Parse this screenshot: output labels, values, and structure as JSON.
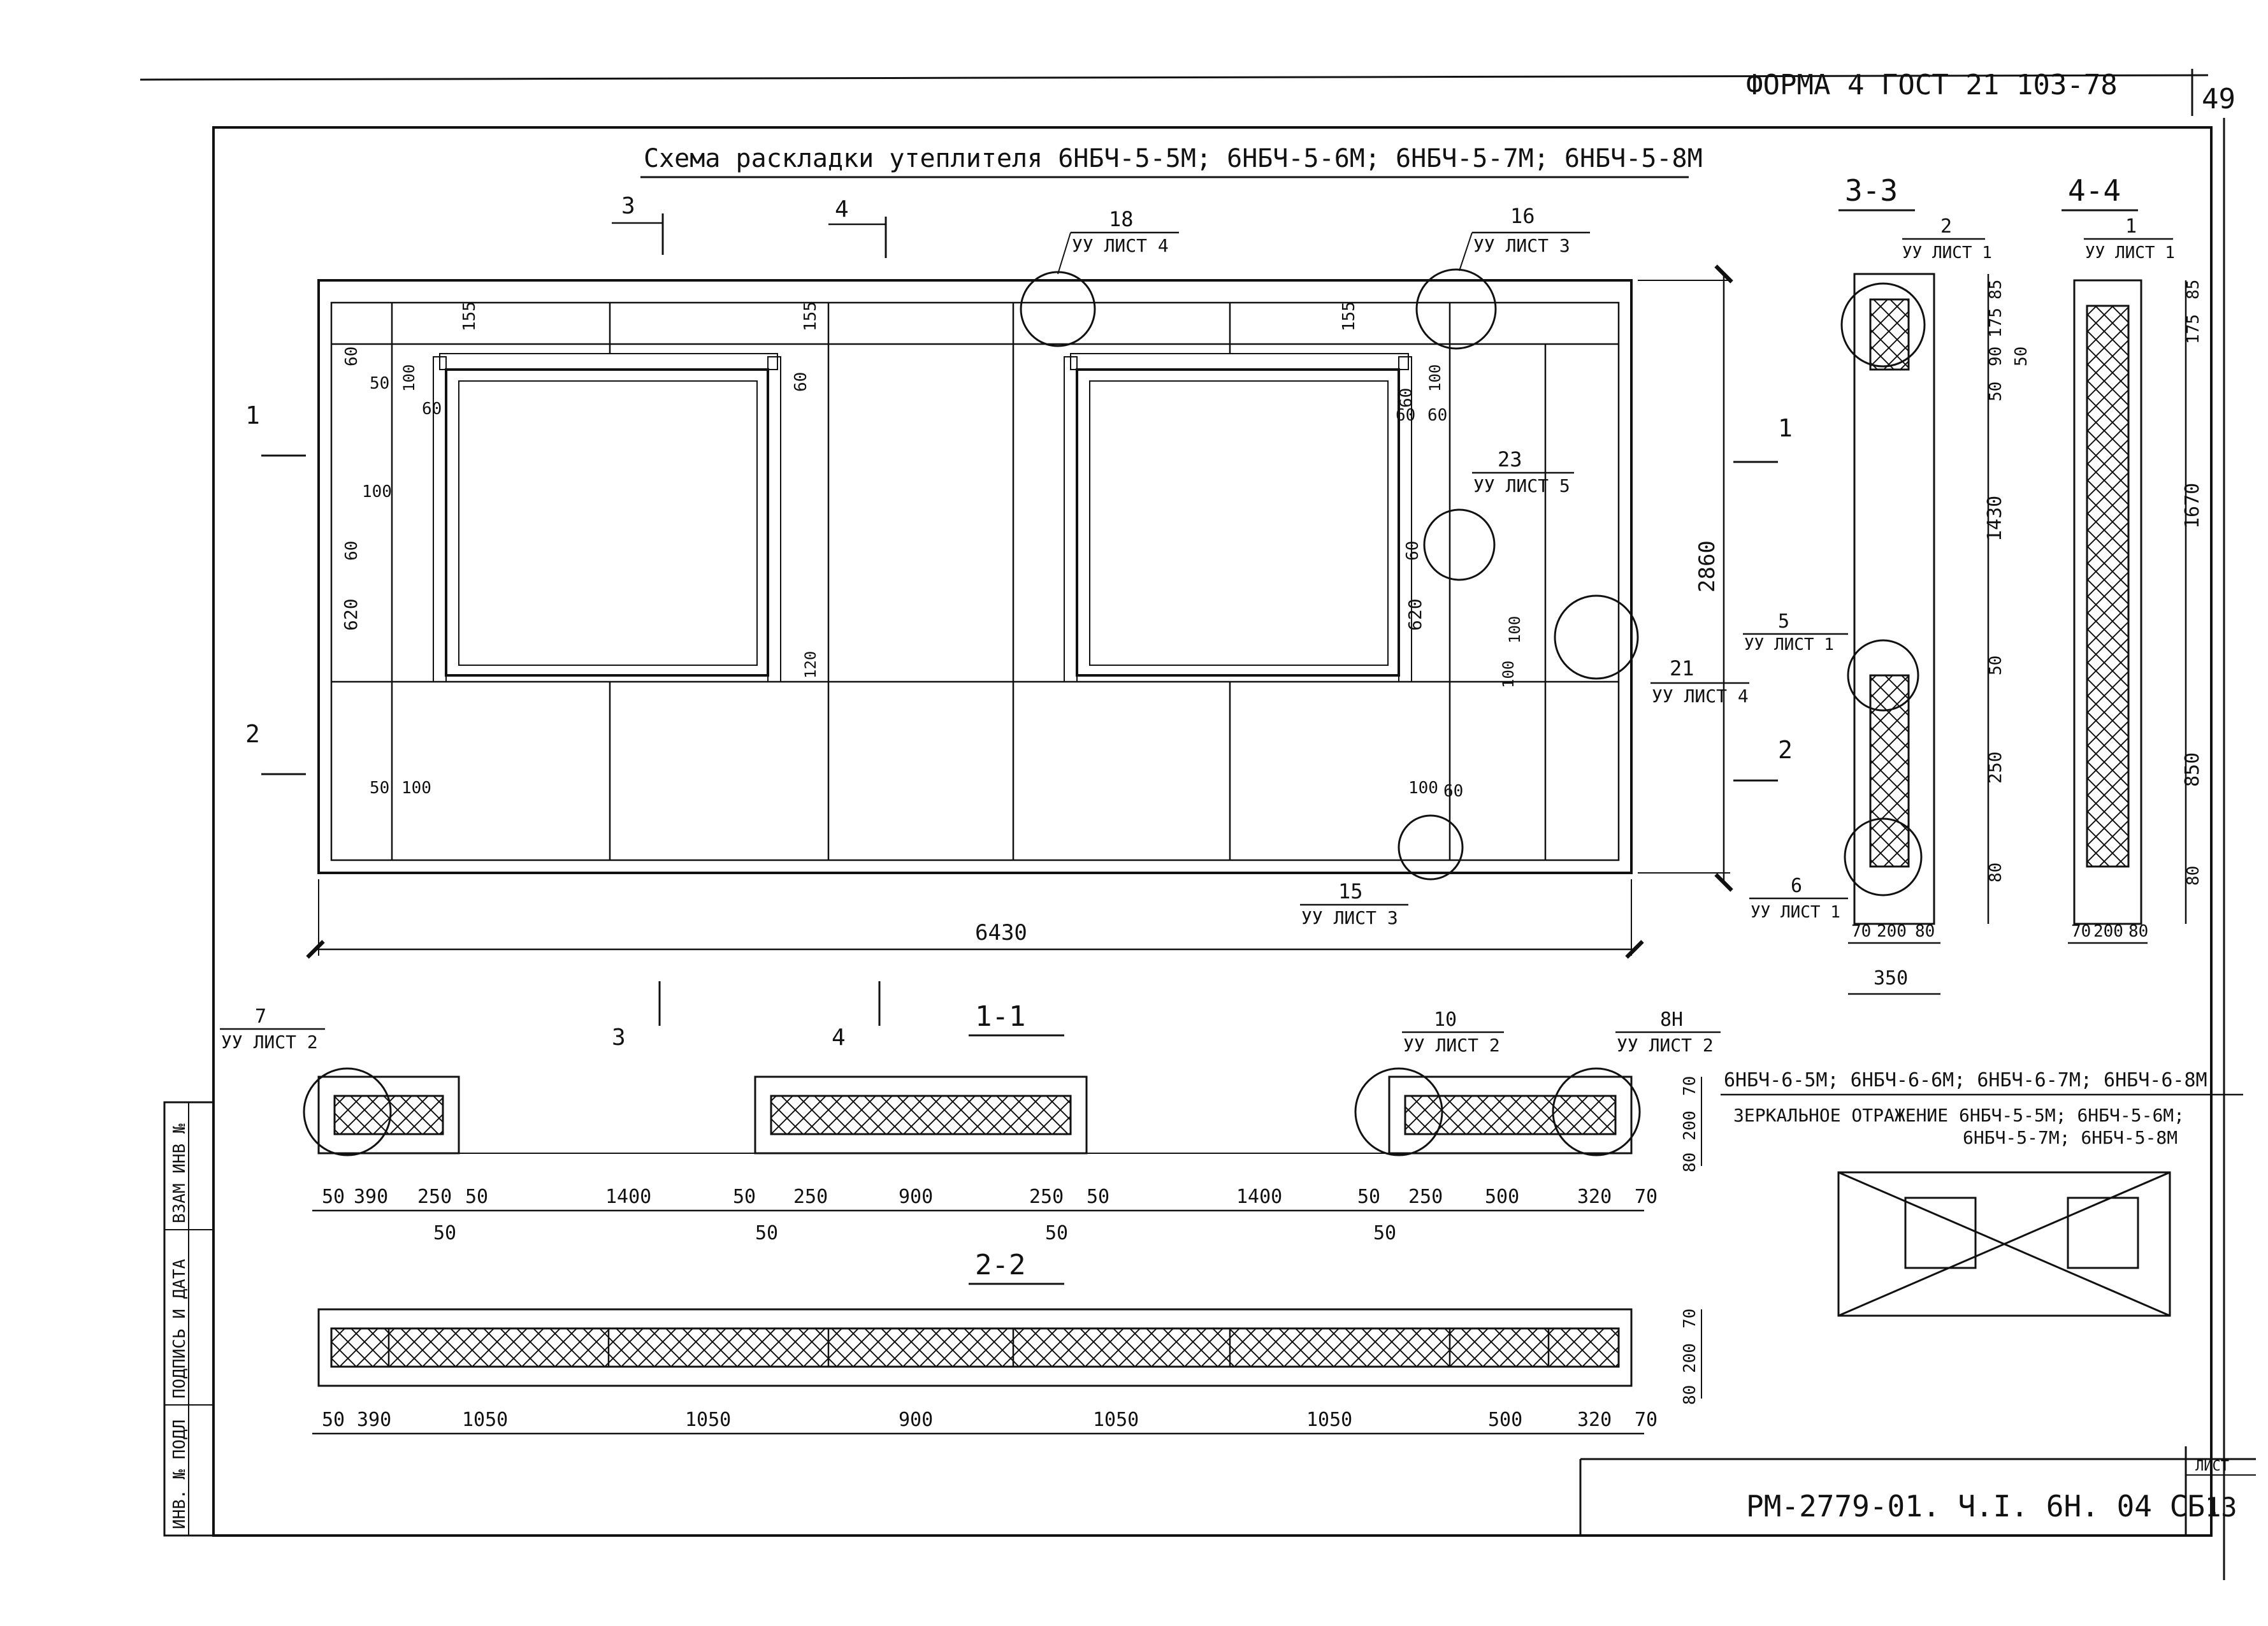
{
  "header": {
    "form_label": "ФОРМА 4 ГОСТ 21 103-78",
    "page_number": "49"
  },
  "title": "Схема раскладки утеплителя 6НБЧ-5-5М; 6НБЧ-5-6М; 6НБЧ-5-7М; 6НБЧ-5-8М",
  "section_marks": {
    "s11": "1-1",
    "s22": "2-2",
    "s33": "3-3",
    "s44": "4-4",
    "cut1": "1",
    "cut2": "2",
    "cut3": "3",
    "cut4": "4"
  },
  "callouts": [
    {
      "num": "18",
      "ref": "УУ ЛИСТ 4"
    },
    {
      "num": "16",
      "ref": "УУ ЛИСТ 3"
    },
    {
      "num": "23",
      "ref": "УУ ЛИСТ 5"
    },
    {
      "num": "21",
      "ref": "УУ ЛИСТ 4"
    },
    {
      "num": "15",
      "ref": "УУ ЛИСТ 3"
    },
    {
      "num": "7",
      "ref": "УУ ЛИСТ 2"
    },
    {
      "num": "10",
      "ref": "УУ ЛИСТ 2"
    },
    {
      "num": "8Н",
      "ref": "УУ ЛИСТ 2"
    },
    {
      "num": "2",
      "ref": "УУ ЛИСТ 1"
    },
    {
      "num": "5",
      "ref": "УУ ЛИСТ 1"
    },
    {
      "num": "6",
      "ref": "УУ ЛИСТ 1"
    },
    {
      "num": "1",
      "ref": "УУ ЛИСТ 1"
    }
  ],
  "elevation_dims": {
    "overall_width": "6430",
    "overall_height": "2860",
    "d155": "155",
    "d60": "60",
    "d50": "50",
    "d100": "100",
    "d620": "620",
    "d120": "120"
  },
  "section11_dims": [
    "50",
    "390",
    "250",
    "50",
    "1400",
    "50",
    "250",
    "900",
    "250",
    "50",
    "1400",
    "50",
    "250",
    "500",
    "320",
    "70"
  ],
  "section11_sub": [
    "50",
    "50",
    "50",
    "50"
  ],
  "section22_dims": [
    "50",
    "390",
    "1050",
    "1050",
    "900",
    "1050",
    "1050",
    "500",
    "320",
    "70"
  ],
  "thickness_dims": [
    "70",
    "200",
    "80"
  ],
  "section33_dims": {
    "v85": "85",
    "v175": "175",
    "v90": "90",
    "v50a": "50",
    "v50b": "50",
    "v1430": "1430",
    "v50c": "50",
    "v250": "250",
    "v80": "80",
    "h70": "70",
    "h200": "200",
    "h80": "80",
    "h350": "350"
  },
  "section44_dims": {
    "v85": "85",
    "v175": "175",
    "v1670": "1670",
    "v850": "850",
    "v80": "80",
    "h70": "70",
    "h200": "200",
    "h80": "80"
  },
  "mirror_note": {
    "line1": "6НБЧ-6-5М; 6НБЧ-6-6М; 6НБЧ-6-7М; 6НБЧ-6-8М",
    "line2": "ЗЕРКАЛЬНОЕ ОТРАЖЕНИЕ 6НБЧ-5-5М; 6НБЧ-5-6М;",
    "line3": "6НБЧ-5-7М; 6НБЧ-5-8М"
  },
  "side_stamp": [
    "ИНВ. № ПОДЛ",
    "ПОДПИСЬ И ДАТА",
    "ВЗАМ ИНВ №"
  ],
  "title_block": {
    "code": "РМ-2779-01. Ч.I. 6Н. 04 СБ.",
    "sheet_label": "ЛИСТ",
    "sheet_number": "13"
  }
}
